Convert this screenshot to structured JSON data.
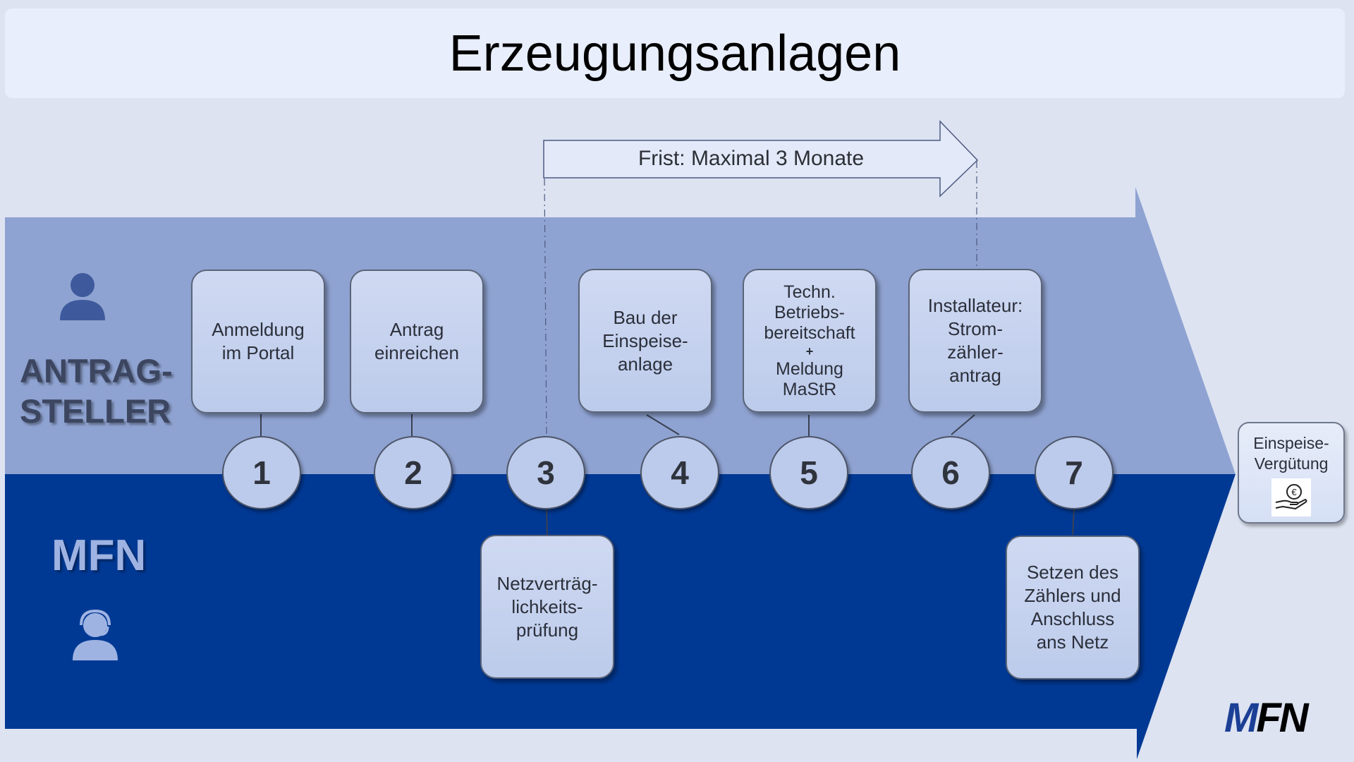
{
  "title": "Erzeugungsanlagen",
  "deadline_arrow": {
    "label": "Frist: Maximal 3 Monate"
  },
  "lanes": {
    "top": {
      "label_line1": "ANTRAG-",
      "label_line2": "STELLER",
      "icon": "person-icon"
    },
    "bottom": {
      "label": "MFN",
      "icon": "headset-person-icon"
    }
  },
  "steps": [
    {
      "number": "1",
      "lines": [
        "Anmeldung",
        "im Portal"
      ],
      "lane": "top"
    },
    {
      "number": "2",
      "lines": [
        "Antrag",
        "einreichen"
      ],
      "lane": "top"
    },
    {
      "number": "3",
      "lines": [
        "Netzverträg-",
        "lichkeits-",
        "prüfung"
      ],
      "lane": "bottom"
    },
    {
      "number": "4",
      "lines": [
        "Bau der",
        "Einspeise-",
        "anlage"
      ],
      "lane": "top"
    },
    {
      "number": "5",
      "lines": [
        "Techn.",
        "Betriebs-",
        "bereitschaft",
        "+",
        "Meldung",
        "MaStR"
      ],
      "lane": "top"
    },
    {
      "number": "6",
      "lines": [
        "Installateur:",
        "Strom-",
        "zähler-",
        "antrag"
      ],
      "lane": "top"
    },
    {
      "number": "7",
      "lines": [
        "Setzen des",
        "Zählers und",
        "Anschluss",
        "ans Netz"
      ],
      "lane": "bottom"
    }
  ],
  "result": {
    "lines": [
      "Einspeise-",
      "Vergütung"
    ],
    "icon": "euro-hand-icon"
  },
  "logo": {
    "part1": "M",
    "part2": "FN"
  },
  "colors": {
    "background": "#dde3f1",
    "lane_top": "#8fa3d2",
    "lane_bottom": "#003994",
    "box_fill": "#c5d2ee",
    "lane_label_top": "#3c4660",
    "lane_label_bottom": "#9fb3e2"
  }
}
